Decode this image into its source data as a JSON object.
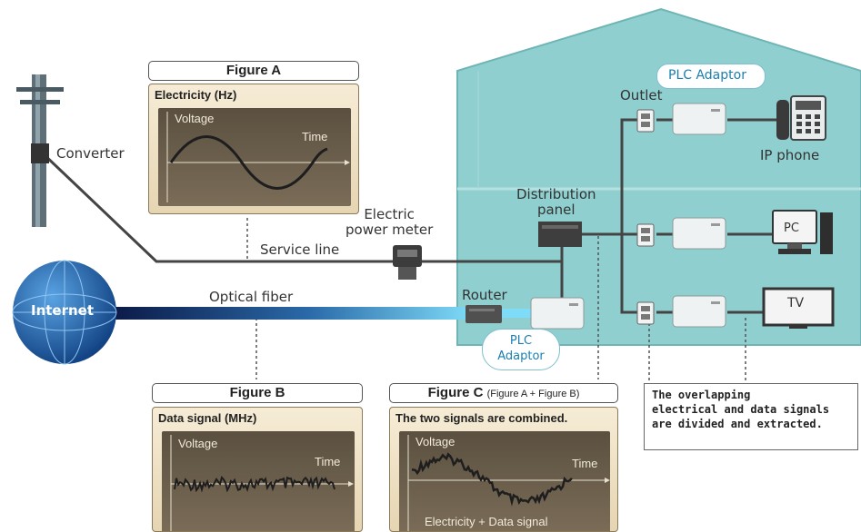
{
  "labels": {
    "converter": "Converter",
    "electric_meter": "Electric\npower meter",
    "service_line": "Service line",
    "optical_fiber": "Optical fiber",
    "internet": "Internet",
    "router": "Router",
    "distribution_panel": "Distribution\npanel",
    "outlet": "Outlet",
    "plc_adaptor_top": "PLC Adaptor",
    "plc_adaptor_bottom": "PLC\nAdaptor",
    "ip_phone": "IP phone",
    "pc": "PC",
    "tv": "TV"
  },
  "figure_a": {
    "title": "Figure A",
    "heading": "Electricity (Hz)",
    "y_label": "Voltage",
    "x_label": "Time"
  },
  "figure_b": {
    "title": "Figure B",
    "heading": "Data signal (MHz)",
    "y_label": "Voltage",
    "x_label": "Time"
  },
  "figure_c": {
    "title": "Figure C",
    "subtitle": "(Figure A + Figure B)",
    "heading": "The two signals are combined.",
    "y_label": "Voltage",
    "x_label": "Time",
    "caption": "Electricity + Data signal"
  },
  "note": "The overlapping\nelectrical and data signals\nare divided and extracted.",
  "colors": {
    "house": "#8fcfcf",
    "house_edge": "#6fb5b5",
    "line": "#444444",
    "fiber_dark": "#0b1846",
    "fiber_light": "#6cd2f2",
    "globe": "#1c5ea8",
    "panel_bg": "#f3e8d0",
    "plot_bg": "#6a5e4c"
  }
}
